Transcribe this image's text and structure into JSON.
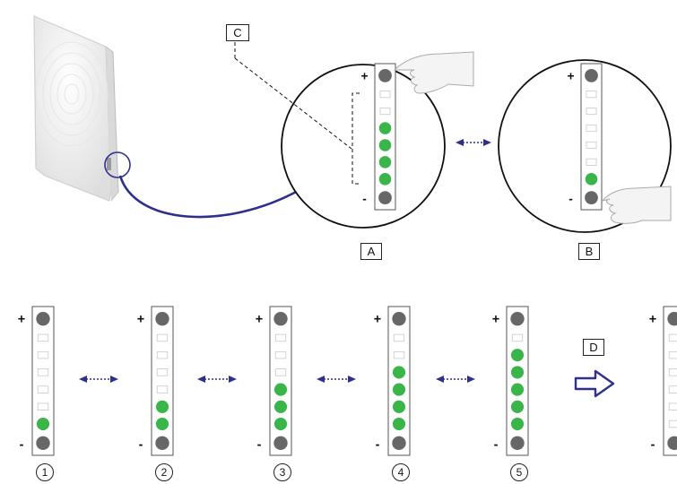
{
  "labels": {
    "a": "A",
    "b": "B",
    "c": "C",
    "d": "D"
  },
  "sign_plus": "+",
  "sign_minus": "-",
  "led_slots": 6,
  "colors": {
    "led_on": "#3ab54a",
    "led_off": "#ffffff",
    "button": "#676767",
    "arrow": "#2e2f8f",
    "outline": "#111111"
  },
  "icons": {
    "router": "router-device-icon",
    "hand": "pointing-hand-icon",
    "next": "hollow-right-arrow-icon",
    "swap": "double-dotted-arrow-icon"
  },
  "detail_a": {
    "lit_leds": 4,
    "pressed_button": "+"
  },
  "detail_b": {
    "lit_leds": 1,
    "pressed_button": "-"
  },
  "steps": [
    {
      "number": "1",
      "lit_leds": 1
    },
    {
      "number": "2",
      "lit_leds": 2
    },
    {
      "number": "3",
      "lit_leds": 3
    },
    {
      "number": "4",
      "lit_leds": 4
    },
    {
      "number": "5",
      "lit_leds": 5
    }
  ],
  "final_panel": {
    "lit_leds": 0
  }
}
